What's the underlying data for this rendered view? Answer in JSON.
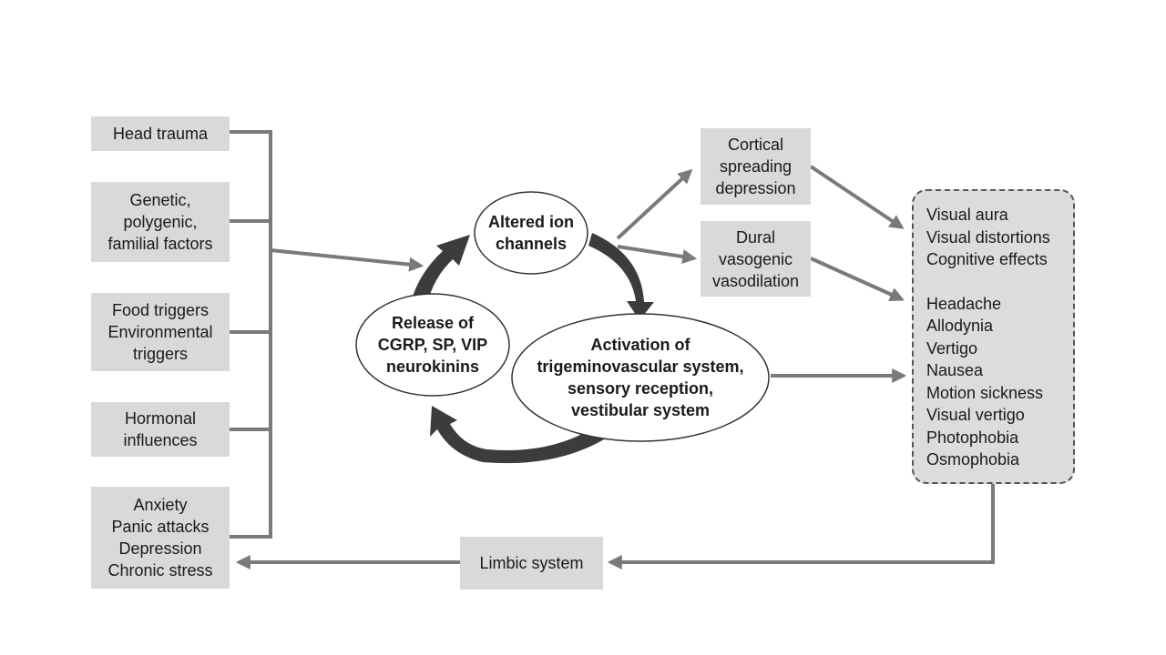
{
  "factors": {
    "head_trauma": [
      "Head trauma"
    ],
    "genetic": [
      "Genetic,",
      "polygenic,",
      "familial factors"
    ],
    "food": [
      "Food triggers",
      "Environmental",
      "triggers"
    ],
    "hormonal": [
      "Hormonal",
      "influences"
    ],
    "anxiety": [
      "Anxiety",
      "Panic attacks",
      "Depression",
      "Chronic stress"
    ]
  },
  "cycle": {
    "ion": [
      "Altered ion",
      "channels"
    ],
    "release": [
      "Release of",
      "CGRP, SP, VIP",
      "neurokinins"
    ],
    "activation": [
      "Activation of",
      "trigeminovascular system,",
      "sensory reception,",
      "vestibular system"
    ]
  },
  "effects": {
    "cortical": [
      "Cortical",
      "spreading",
      "depression"
    ],
    "dural": [
      "Dural",
      "vasogenic",
      "vasodilation"
    ]
  },
  "symptoms": {
    "group1": [
      "Visual aura",
      "Visual distortions",
      "Cognitive effects"
    ],
    "group2": [
      "Headache",
      "Allodynia",
      "Vertigo",
      "Nausea",
      "Motion sickness",
      "Visual vertigo",
      "Photophobia",
      "Osmophobia"
    ]
  },
  "limbic": "Limbic system",
  "colors": {
    "box_fill": "#d9d9d9",
    "arrow": "#7a7a7a",
    "cycle_arrow": "#3c3c3c"
  }
}
